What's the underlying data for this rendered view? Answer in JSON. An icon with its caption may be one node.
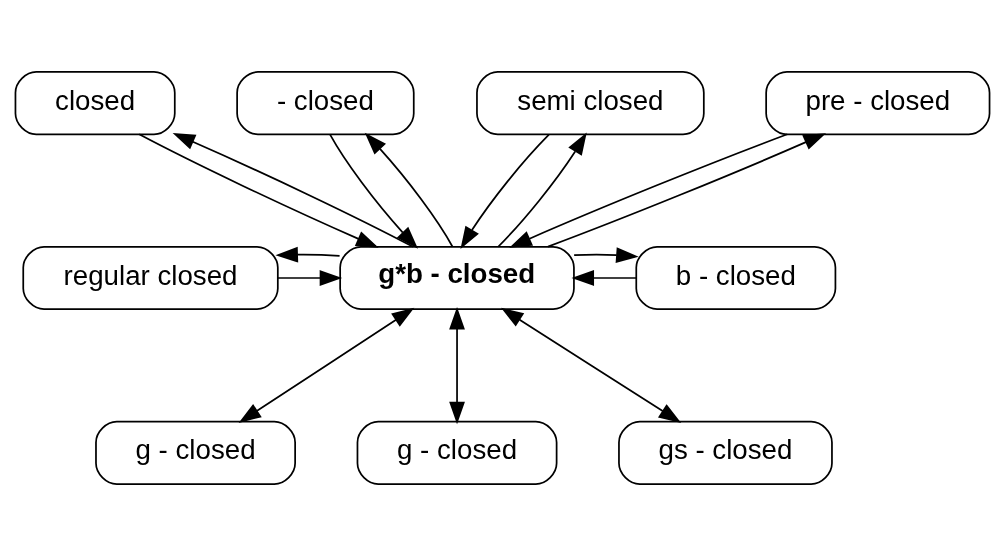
{
  "diagram": {
    "nodes": [
      {
        "text": [
          "closed"
        ]
      },
      {
        "text": [
          "- closed"
        ]
      },
      {
        "text": [
          "semi closed"
        ]
      },
      {
        "text": [
          "pre - closed"
        ]
      },
      {
        "text": [
          "regular closed"
        ]
      },
      {
        "text": [
          "g*b - closed"
        ]
      },
      {
        "text": [
          "b - closed"
        ]
      },
      {
        "text": [
          "g - closed"
        ]
      },
      {
        "text": [
          "g - closed"
        ]
      },
      {
        "text": [
          "gs - closed"
        ]
      }
    ],
    "edges": [
      {
        "from": 0,
        "to": 5,
        "arrow": "to"
      },
      {
        "from": 5,
        "to": 0,
        "arrow": "to"
      },
      {
        "from": 5,
        "to": 1,
        "arrow": "to"
      },
      {
        "from": 1,
        "to": 5,
        "arrow": "to"
      },
      {
        "from": 5,
        "to": 2,
        "arrow": "to"
      },
      {
        "from": 2,
        "to": 5,
        "arrow": "to"
      },
      {
        "from": 5,
        "to": 3,
        "arrow": "to"
      },
      {
        "from": 3,
        "to": 5,
        "arrow": "to"
      },
      {
        "from": 4,
        "to": 5,
        "arrow": "to"
      },
      {
        "from": 5,
        "to": 4,
        "arrow": "to"
      },
      {
        "from": 6,
        "to": 5,
        "arrow": "to"
      },
      {
        "from": 5,
        "to": 6,
        "arrow": "to"
      },
      {
        "from": 5,
        "to": 7,
        "arrow": "both"
      },
      {
        "from": 5,
        "to": 8,
        "arrow": "both"
      },
      {
        "from": 5,
        "to": 9,
        "arrow": "both"
      }
    ]
  }
}
